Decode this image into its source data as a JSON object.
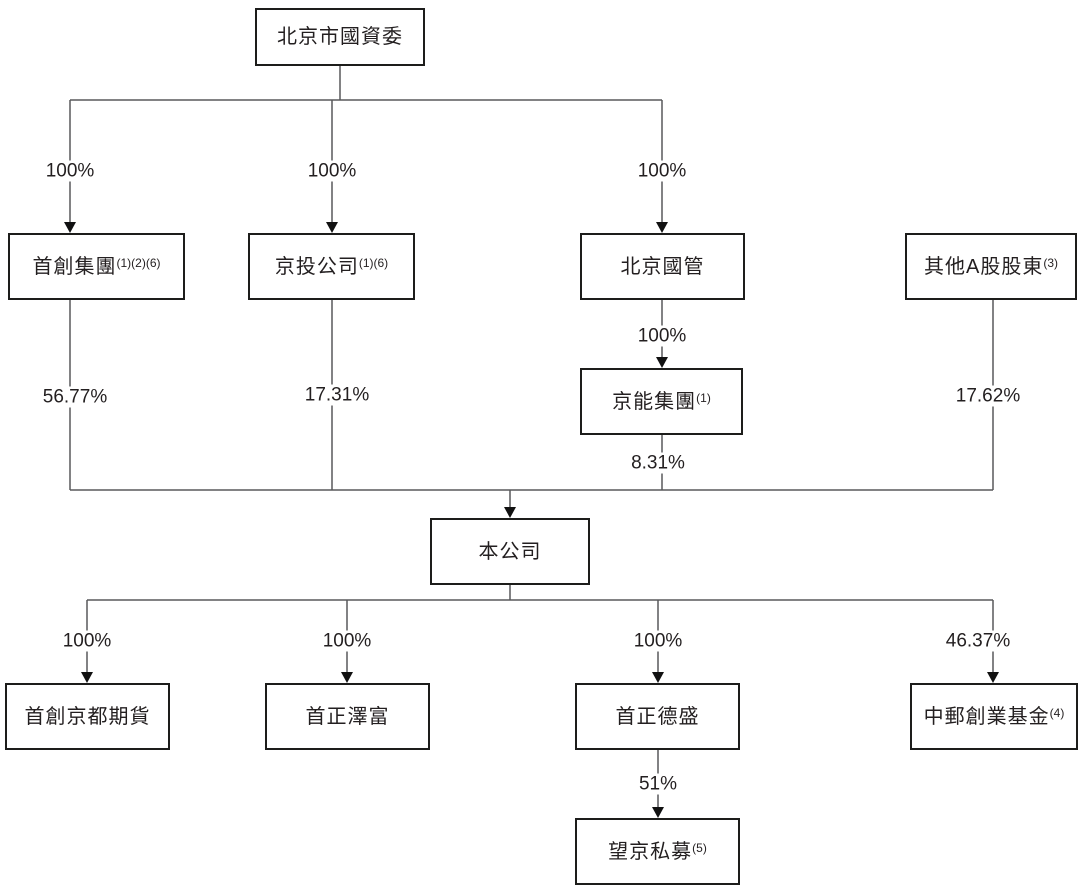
{
  "nodes": {
    "root": {
      "label": "北京市國資委",
      "sup": ""
    },
    "shouchuang": {
      "label": "首創集團",
      "sup": "(1)(2)(6)"
    },
    "jingtou": {
      "label": "京投公司",
      "sup": "(1)(6)"
    },
    "guoguan": {
      "label": "北京國管",
      "sup": ""
    },
    "other_a": {
      "label": "其他A股股東",
      "sup": "(3)"
    },
    "jingneng": {
      "label": "京能集團",
      "sup": "(1)"
    },
    "company": {
      "label": "本公司",
      "sup": ""
    },
    "qihuo": {
      "label": "首創京都期貨",
      "sup": ""
    },
    "zefu": {
      "label": "首正澤富",
      "sup": ""
    },
    "desheng": {
      "label": "首正德盛",
      "sup": ""
    },
    "zhongyou": {
      "label": "中郵創業基金",
      "sup": "(4)"
    },
    "wangjing": {
      "label": "望京私募",
      "sup": "(5)"
    }
  },
  "edges": {
    "root_shouchuang": "100%",
    "root_jingtou": "100%",
    "root_guoguan": "100%",
    "guoguan_jingneng": "100%",
    "shouchuang_company": "56.77%",
    "jingtou_company": "17.31%",
    "jingneng_company": "8.31%",
    "other_company": "17.62%",
    "company_qihuo": "100%",
    "company_zefu": "100%",
    "company_desheng": "100%",
    "company_zhongyou": "46.37%",
    "desheng_wangjing": "51%"
  },
  "colors": {
    "box_border": "#1d1d1b",
    "line": "#58595b",
    "arrow": "#111111",
    "text": "#231f20",
    "background": "#ffffff"
  }
}
